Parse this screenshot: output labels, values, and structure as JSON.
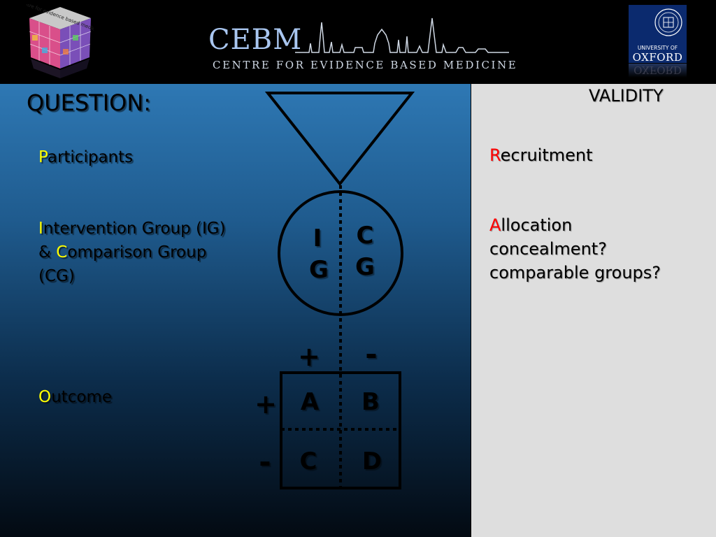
{
  "header": {
    "cube_text": "centre for evidence based medicine",
    "cebm": "CEBM",
    "cebm_subtitle": "CENTRE FOR EVIDENCE BASED MEDICINE",
    "oxford_line1": "UNIVERSITY OF",
    "oxford_line2": "OXFORD",
    "oxford_reflection": "OXFORD"
  },
  "question": {
    "title": "QUESTION:",
    "participants": {
      "initial": "P",
      "rest": "articipants"
    },
    "intervention": {
      "i_initial": "I",
      "i_rest": "ntervention Group (IG)",
      "amp": "& ",
      "c_initial": "C",
      "c_rest": "omparison Group",
      "cg": "(CG)"
    },
    "outcome": {
      "initial": "O",
      "rest": "utcome"
    }
  },
  "diagram": {
    "circle_left_top": "I",
    "circle_left_bottom": "G",
    "circle_right_top": "C",
    "circle_right_bottom": "G",
    "col_plus": "+",
    "col_minus": "-",
    "row_plus": "+",
    "row_minus": "-",
    "cell_a": "A",
    "cell_b": "B",
    "cell_c": "C",
    "cell_d": "D"
  },
  "validity": {
    "title": "VALIDITY",
    "recruitment": {
      "initial": "R",
      "rest": "ecruitment"
    },
    "allocation": {
      "initial": "A",
      "rest": "llocation",
      "line2": "concealment?",
      "line3": "comparable groups?"
    }
  },
  "colors": {
    "accent_yellow": "#ffff00",
    "accent_red": "#ff0000",
    "side_panel": "#dedede",
    "main_top": "#2e78b4",
    "main_bottom": "#030a12"
  }
}
